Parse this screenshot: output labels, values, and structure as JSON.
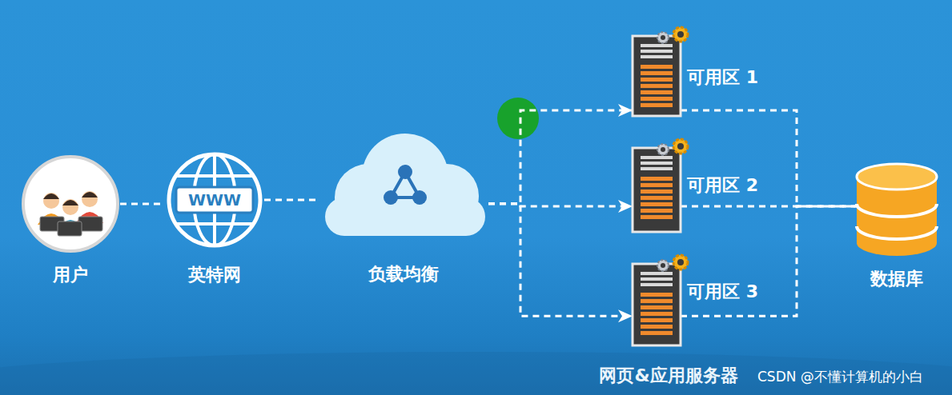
{
  "diagram": {
    "nodes": [
      {
        "text": [
          "用户"
        ]
      },
      {
        "text": [
          "WWW",
          "英特网"
        ]
      },
      {
        "text": [
          "负载均衡"
        ]
      },
      {
        "text": [
          "可用区 1"
        ]
      },
      {
        "text": [
          "可用区 2"
        ]
      },
      {
        "text": [
          "可用区 3"
        ]
      },
      {
        "text": [
          "数据库"
        ]
      }
    ],
    "edges": [
      {
        "from": 0,
        "to": 1,
        "arrow": "none"
      },
      {
        "from": 1,
        "to": 2,
        "arrow": "none"
      },
      {
        "from": 2,
        "to": 3,
        "arrow": "to"
      },
      {
        "from": 2,
        "to": 4,
        "arrow": "to"
      },
      {
        "from": 2,
        "to": 5,
        "arrow": "to"
      },
      {
        "from": 3,
        "to": 6,
        "arrow": "none"
      },
      {
        "from": 4,
        "to": 6,
        "arrow": "none"
      },
      {
        "from": 5,
        "to": 6,
        "arrow": "none"
      }
    ],
    "labels": [
      "网页&应用服务器",
      "CSDN @不懂计算机的小白"
    ]
  }
}
